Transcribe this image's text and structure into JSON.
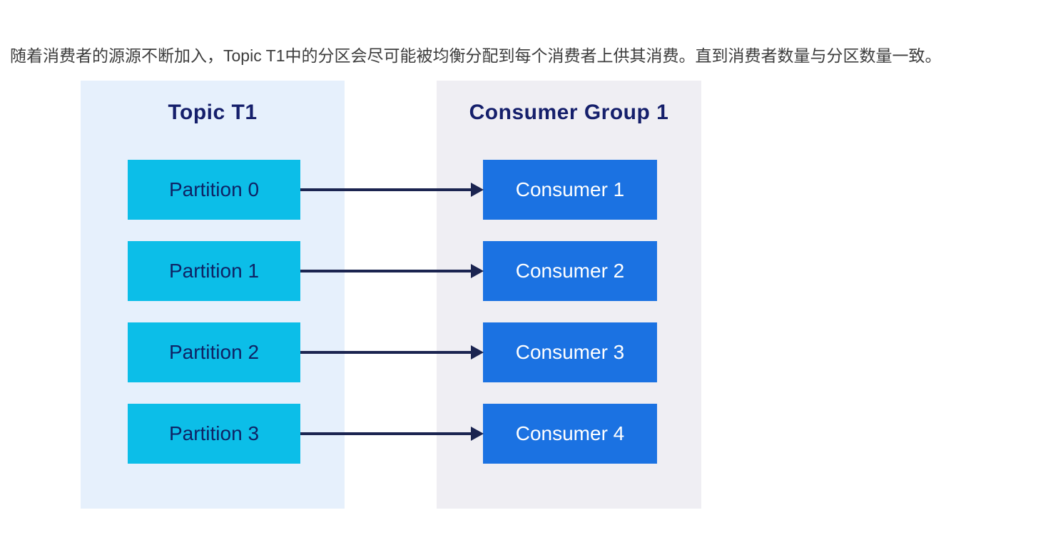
{
  "intro": {
    "text": "随着消费者的源源不断加入，Topic T1中的分区会尽可能被均衡分配到每个消费者上供其消费。直到消费者数量与分区数量一致。"
  },
  "diagram": {
    "topic_panel": {
      "title": "Topic T1",
      "partitions": [
        "Partition 0",
        "Partition 1",
        "Partition 2",
        "Partition 3"
      ]
    },
    "consumer_panel": {
      "title": "Consumer Group 1",
      "consumers": [
        "Consumer 1",
        "Consumer 2",
        "Consumer 3",
        "Consumer 4"
      ]
    },
    "connections": [
      {
        "from": "Partition 0",
        "to": "Consumer 1"
      },
      {
        "from": "Partition 1",
        "to": "Consumer 2"
      },
      {
        "from": "Partition 2",
        "to": "Consumer 3"
      },
      {
        "from": "Partition 3",
        "to": "Consumer 4"
      }
    ],
    "colors": {
      "topic_panel_bg": "#e6f0fc",
      "consumer_panel_bg": "#efeef3",
      "partition_box": "#0cbee8",
      "consumer_box": "#1b72e2",
      "title_text": "#151f6b",
      "partition_text": "#0e2365",
      "consumer_text": "#ffffff",
      "arrow": "#1b2450",
      "intro_text": "#3d3d3d"
    }
  }
}
